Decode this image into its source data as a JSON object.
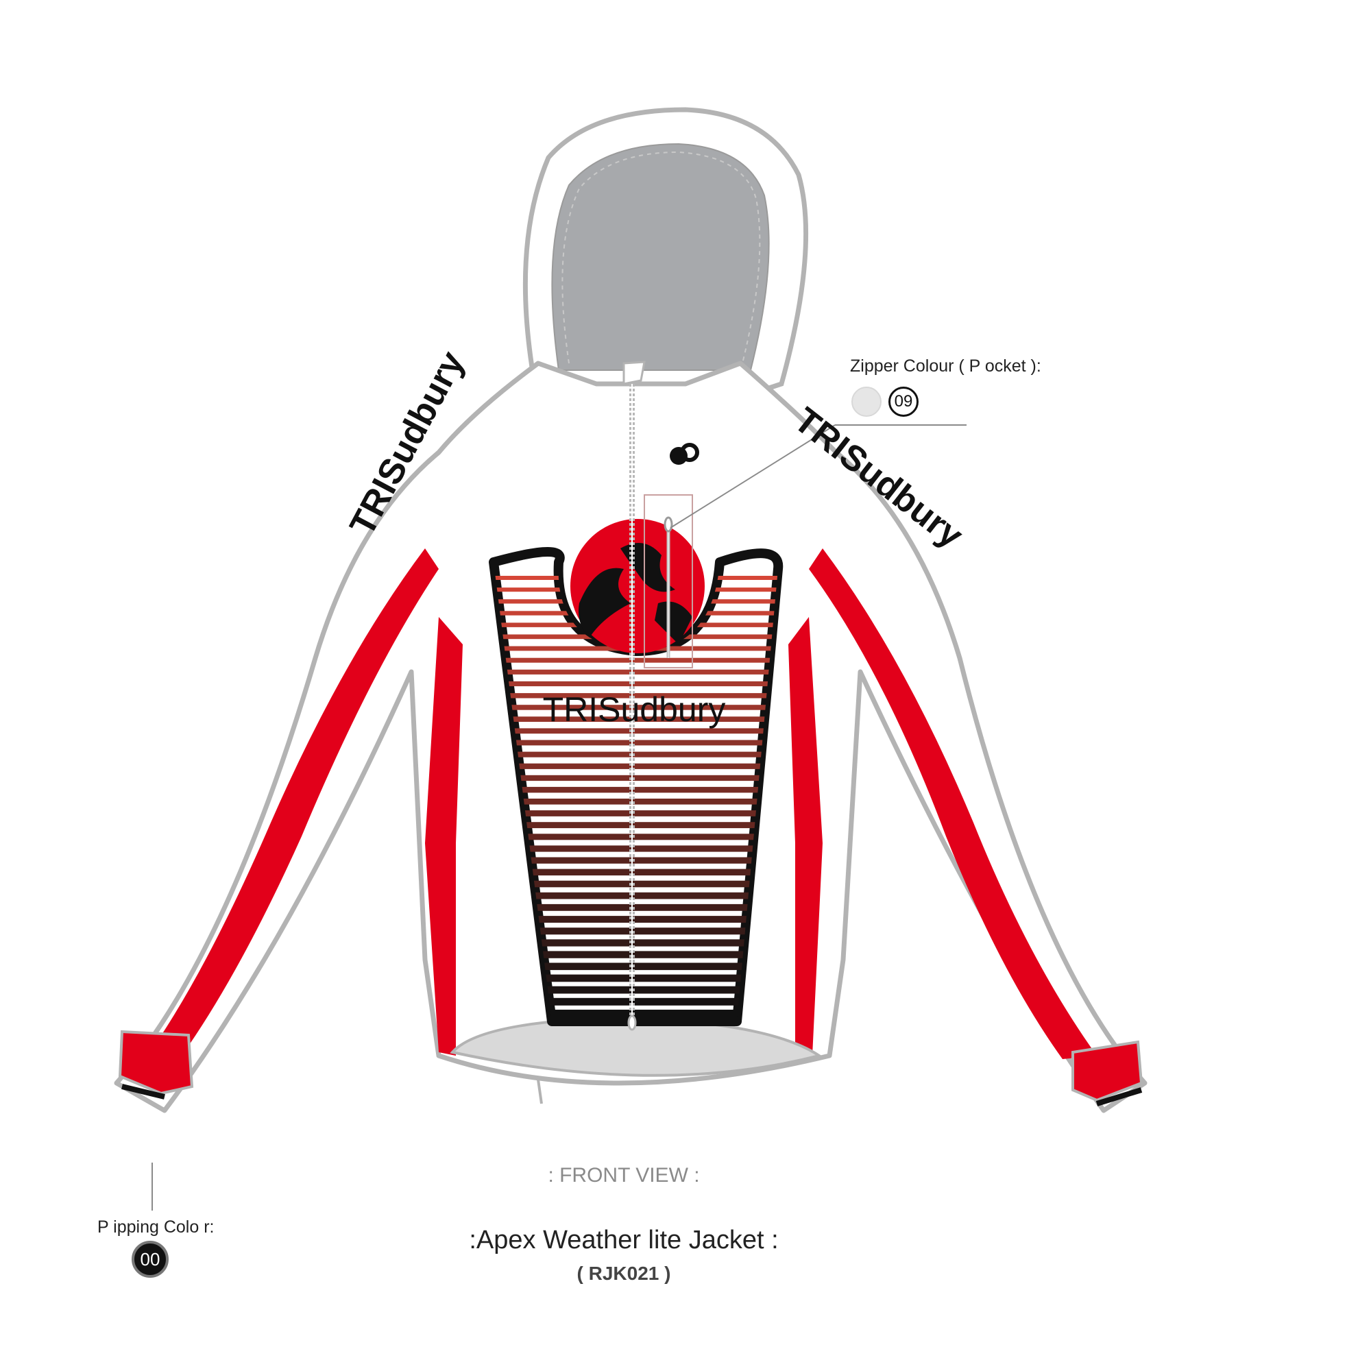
{
  "garment": {
    "brand_text_sleeve_left": "TRISudbury",
    "brand_text_sleeve_right": "TRISudbury",
    "brand_text_chest": "TRISudbury"
  },
  "zipper": {
    "label": "Zipper    Colour (     P ocket ):",
    "code": "09",
    "color": "#e6e6e6"
  },
  "pipping": {
    "label": "P ipping    Colo r:",
    "code": "00",
    "color": "#111111"
  },
  "view_label": ": FRONT VIEW :",
  "product": {
    "name": ":Apex Weather lite Jacket :",
    "code": "( RJK021 )"
  },
  "colors": {
    "red": "#e2001a",
    "black": "#111111",
    "outline": "#b3b3b3",
    "hood_inner": "#a7a9ac",
    "hem_lining": "#d9d9d9"
  }
}
